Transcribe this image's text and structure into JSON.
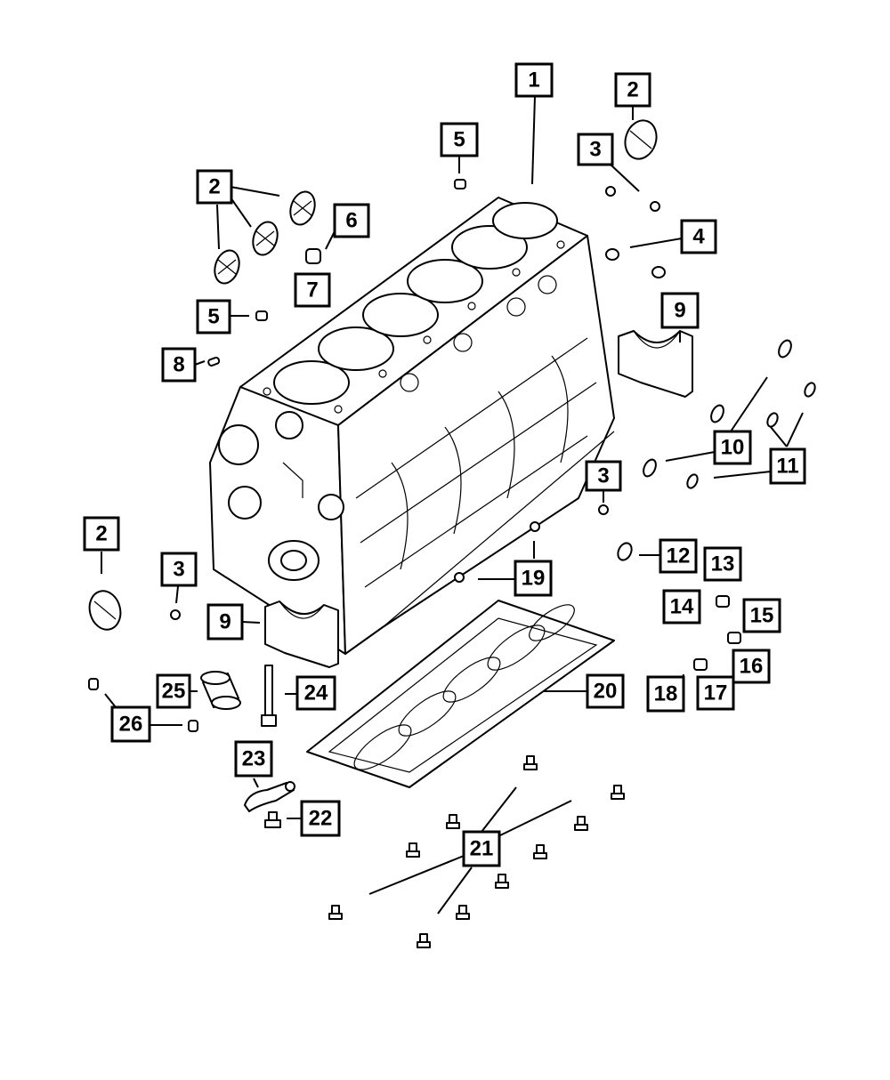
{
  "callouts": [
    {
      "id": "c1",
      "label": "1"
    },
    {
      "id": "c2a",
      "label": "2"
    },
    {
      "id": "c2b",
      "label": "2"
    },
    {
      "id": "c2c",
      "label": "2"
    },
    {
      "id": "c3a",
      "label": "3"
    },
    {
      "id": "c3b",
      "label": "3"
    },
    {
      "id": "c3c",
      "label": "3"
    },
    {
      "id": "c4",
      "label": "4"
    },
    {
      "id": "c5a",
      "label": "5"
    },
    {
      "id": "c5b",
      "label": "5"
    },
    {
      "id": "c6",
      "label": "6"
    },
    {
      "id": "c7",
      "label": "7"
    },
    {
      "id": "c8",
      "label": "8"
    },
    {
      "id": "c9a",
      "label": "9"
    },
    {
      "id": "c9b",
      "label": "9"
    },
    {
      "id": "c10",
      "label": "10"
    },
    {
      "id": "c11",
      "label": "11"
    },
    {
      "id": "c12",
      "label": "12"
    },
    {
      "id": "c13",
      "label": "13"
    },
    {
      "id": "c14",
      "label": "14"
    },
    {
      "id": "c15",
      "label": "15"
    },
    {
      "id": "c16",
      "label": "16"
    },
    {
      "id": "c17",
      "label": "17"
    },
    {
      "id": "c18",
      "label": "18"
    },
    {
      "id": "c19",
      "label": "19"
    },
    {
      "id": "c20",
      "label": "20"
    },
    {
      "id": "c21",
      "label": "21"
    },
    {
      "id": "c22",
      "label": "22"
    },
    {
      "id": "c23",
      "label": "23"
    },
    {
      "id": "c24",
      "label": "24"
    },
    {
      "id": "c25",
      "label": "25"
    },
    {
      "id": "c26",
      "label": "26"
    }
  ]
}
